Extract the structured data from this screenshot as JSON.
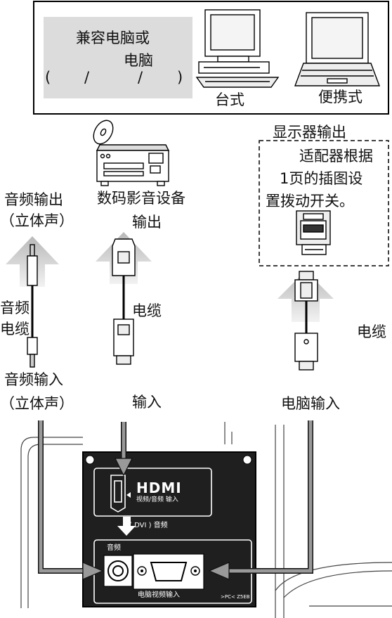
{
  "top_box": {
    "compatible_label": "兼容电脑或",
    "compatible_label_2": "电脑",
    "paren_open": "(",
    "slash_1": "/",
    "slash_2": "/",
    "paren_close": ")",
    "desktop_label": "台式",
    "laptop_label": "便携式"
  },
  "av_device": {
    "label": "数码影音设备",
    "output_label": "输出"
  },
  "audio": {
    "out_label_1": "音频输出",
    "out_label_2": "（立体声）",
    "cable_label_1": "音频",
    "cable_label_2": "电缆",
    "in_label_1": "音频输入",
    "in_label_2": "（立体声）"
  },
  "hdmi_path": {
    "cable_label": "电缆",
    "in_label": "输入"
  },
  "pc_path": {
    "display_out_label": "显示器输出",
    "adapter_note_1": "适配器根据",
    "adapter_note_2": "1页的插图设",
    "adapter_note_3": "置拨动开关。",
    "cable_label": "电缆",
    "in_label": "电脑输入"
  },
  "panel": {
    "hdmi_logo": "HDMI",
    "hdmi_sub": "视频/音频  输入",
    "dvi_audio": "( DVI ) 音频",
    "audio_jack": "音频",
    "pc_input": "电脑视频输入",
    "model": ">PC<  Z5EB"
  }
}
